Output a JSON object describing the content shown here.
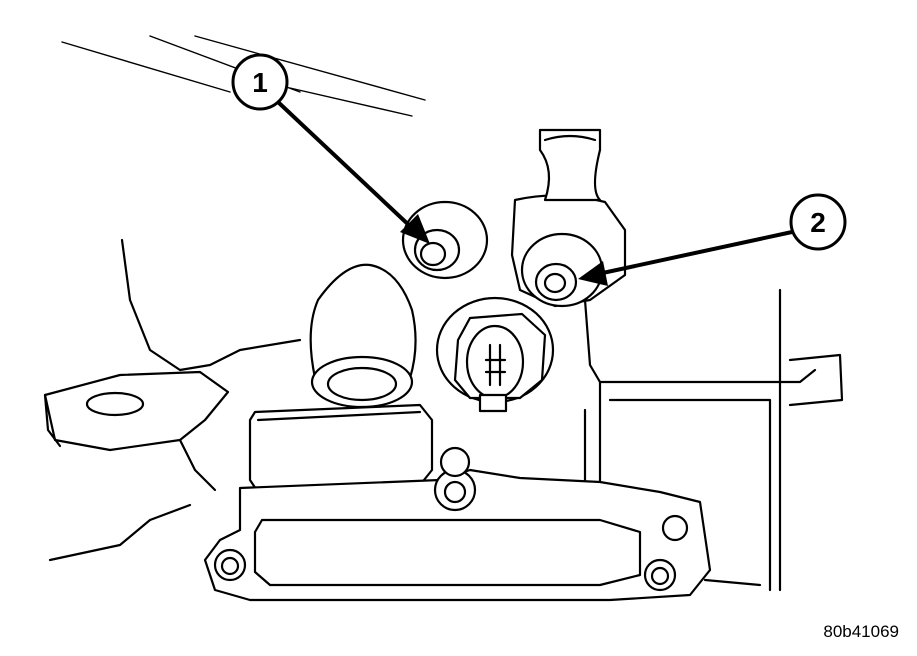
{
  "callouts": [
    {
      "label": "1"
    },
    {
      "label": "2"
    }
  ],
  "figure_id": "80b41069"
}
